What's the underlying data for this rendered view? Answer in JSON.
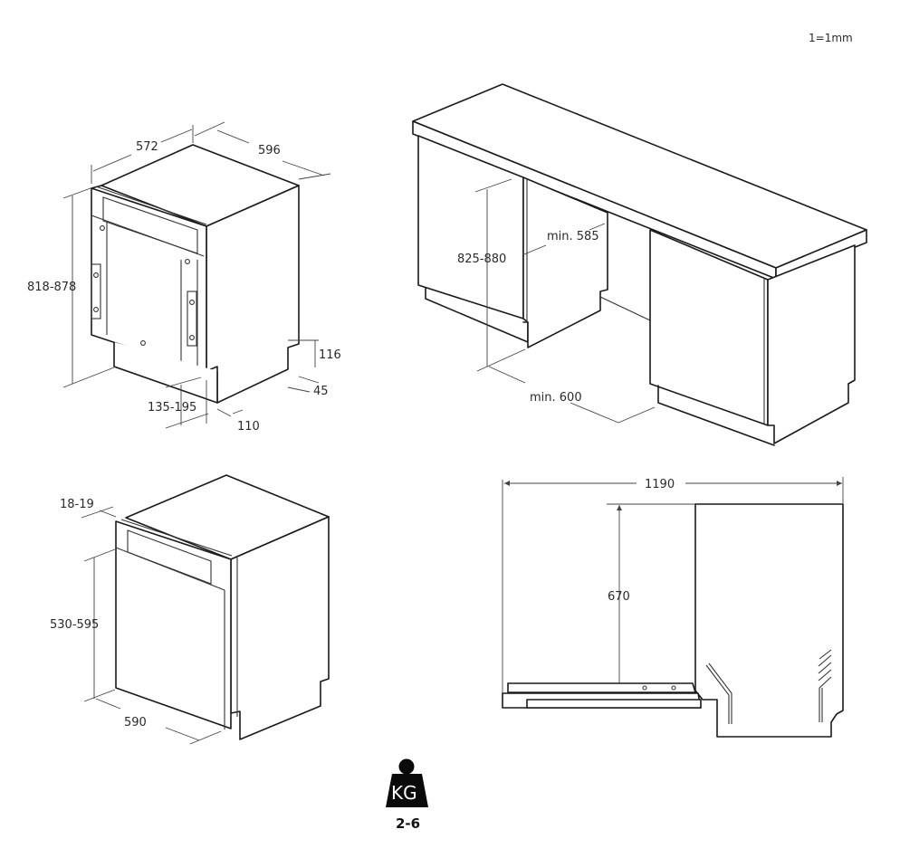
{
  "scale_note": "1=1mm",
  "views": {
    "appliance_iso": {
      "width": "572",
      "depth": "596",
      "height": "818-878",
      "plinth_height": "116",
      "plinth_depth": "45",
      "plinth_setback": "135-195",
      "plinth_offset": "110"
    },
    "installation_niche": {
      "niche_height": "825-880",
      "niche_depth": "min. 585",
      "niche_width": "min. 600"
    },
    "front_panel": {
      "panel_thickness": "18-19",
      "panel_height": "530-595",
      "panel_width": "590"
    },
    "door_open_side": {
      "total_depth_open": "1190",
      "door_height": "670"
    }
  },
  "weight": {
    "icon": "weight-kg-icon",
    "unit": "KG",
    "range": "2-6"
  }
}
